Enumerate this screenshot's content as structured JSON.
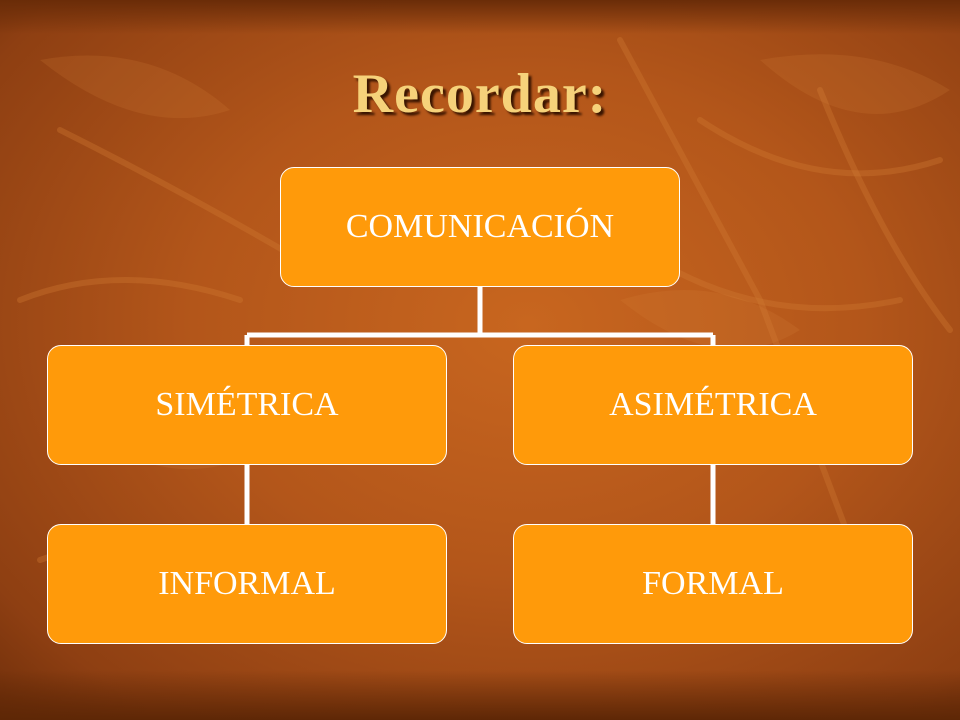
{
  "slide": {
    "title": "Recordar:"
  },
  "diagram": {
    "type": "hierarchy",
    "root": "COMUNICACIÓN",
    "level2": [
      "SIMÉTRICA",
      "ASIMÉTRICA"
    ],
    "level3": [
      "INFORMAL",
      "FORMAL"
    ]
  },
  "colors": {
    "node_fill": "#ff9a0a",
    "node_text": "#ffffff",
    "title_text": "#f6d27a",
    "connector": "#ffffff"
  }
}
